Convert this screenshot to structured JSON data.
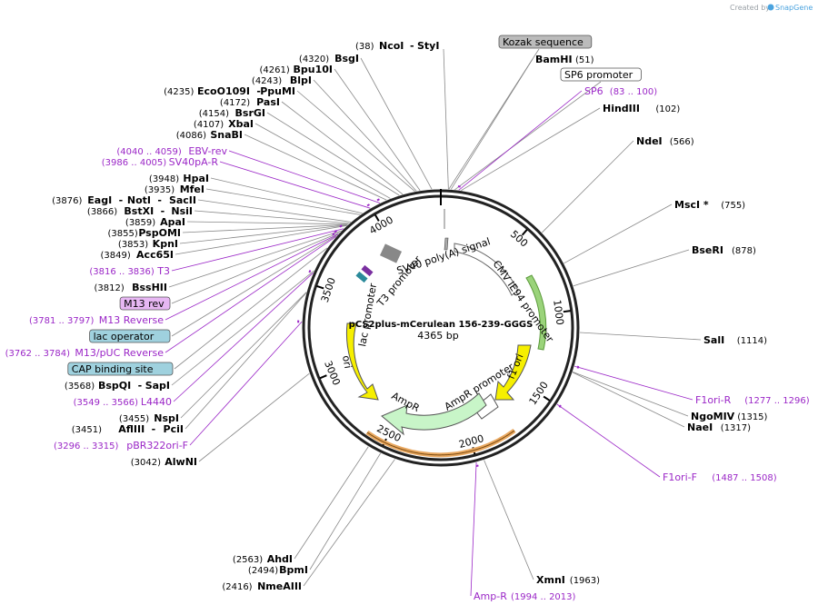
{
  "credit": {
    "prefix": "Created by",
    "brand": "SnapGene"
  },
  "map": {
    "title": "pCS2plus-mCerulean 156-239-GGGS",
    "size": "4365 bp",
    "ticks": [
      "500",
      "1000",
      "1500",
      "2000",
      "2500",
      "3000",
      "3500",
      "4000"
    ]
  },
  "features_inner": [
    {
      "label": "SV40 poly(A) signal"
    },
    {
      "label": "T3 promoter"
    },
    {
      "label": "lac promoter"
    },
    {
      "label": "CMV IE94 promoter"
    },
    {
      "label": "f1 ori"
    },
    {
      "label": "ori"
    },
    {
      "label": "AmpR"
    },
    {
      "label": "AmpR promoter"
    }
  ],
  "labels": [
    {
      "name": "NcoI",
      "extra": "StyI",
      "pos": "(38)",
      "type": "enzyme"
    },
    {
      "name": "Kozak sequence",
      "type": "box-gray"
    },
    {
      "name": "BamHI",
      "pos": "(51)",
      "type": "enzyme"
    },
    {
      "name": "SP6 promoter",
      "type": "box-white"
    },
    {
      "name": "SP6",
      "pos": "(83 .. 100)",
      "type": "primer"
    },
    {
      "name": "HindIII",
      "pos": "(102)",
      "type": "enzyme"
    },
    {
      "name": "NdeI",
      "pos": "(566)",
      "type": "enzyme"
    },
    {
      "name": "MscI *",
      "pos": "(755)",
      "type": "enzyme"
    },
    {
      "name": "BseRI",
      "pos": "(878)",
      "type": "enzyme"
    },
    {
      "name": "SalI",
      "pos": "(1114)",
      "type": "enzyme"
    },
    {
      "name": "F1ori-R",
      "pos": "(1277 .. 1296)",
      "type": "primer"
    },
    {
      "name": "NgoMIV",
      "pos": "(1315)",
      "type": "enzyme"
    },
    {
      "name": "NaeI",
      "pos": "(1317)",
      "type": "enzyme"
    },
    {
      "name": "F1ori-F",
      "pos": "(1487 .. 1508)",
      "type": "primer"
    },
    {
      "name": "XmnI",
      "pos": "(1963)",
      "type": "enzyme"
    },
    {
      "name": "Amp-R",
      "pos": "(1994 .. 2013)",
      "type": "primer"
    },
    {
      "name": "NmeAIII",
      "pos": "(2416)",
      "type": "enzyme"
    },
    {
      "name": "BpmI",
      "pos": "(2494)",
      "type": "enzyme"
    },
    {
      "name": "AhdI",
      "pos": "(2563)",
      "type": "enzyme"
    },
    {
      "name": "AlwNI",
      "pos": "(3042)",
      "type": "enzyme"
    },
    {
      "name": "pBR322ori-F",
      "pos": "(3296 .. 3315)",
      "type": "primer"
    },
    {
      "name": "AflIII",
      "extra": "PciI",
      "pos": "(3451)",
      "type": "enzyme"
    },
    {
      "name": "NspI",
      "pos": "(3455)",
      "type": "enzyme"
    },
    {
      "name": "L4440",
      "pos": "(3549 .. 3566)",
      "type": "primer"
    },
    {
      "name": "BspQI",
      "extra": "SapI",
      "pos": "(3568)",
      "type": "enzyme"
    },
    {
      "name": "CAP binding site",
      "type": "box-blue"
    },
    {
      "name": "M13/pUC Reverse",
      "pos": "(3762 .. 3784)",
      "type": "primer"
    },
    {
      "name": "lac operator",
      "type": "box-blue"
    },
    {
      "name": "M13 Reverse",
      "pos": "(3781 .. 3797)",
      "type": "primer"
    },
    {
      "name": "M13 rev",
      "type": "box-purple"
    },
    {
      "name": "BssHII",
      "pos": "(3812)",
      "type": "enzyme"
    },
    {
      "name": "T3",
      "pos": "(3816 .. 3836)",
      "type": "primer"
    },
    {
      "name": "Acc65I",
      "pos": "(3849)",
      "type": "enzyme"
    },
    {
      "name": "KpnI",
      "pos": "(3853)",
      "type": "enzyme"
    },
    {
      "name": "PspOMI",
      "pos": "(3855)",
      "type": "enzyme"
    },
    {
      "name": "ApaI",
      "pos": "(3859)",
      "type": "enzyme"
    },
    {
      "name": "BstXI",
      "extra": "NsiI",
      "pos": "(3866)",
      "type": "enzyme"
    },
    {
      "name": "EagI",
      "extra": "NotI",
      "extra2": "SacII",
      "pos": "(3876)",
      "type": "enzyme"
    },
    {
      "name": "MfeI",
      "pos": "(3935)",
      "type": "enzyme"
    },
    {
      "name": "HpaI",
      "pos": "(3948)",
      "type": "enzyme"
    },
    {
      "name": "SV40pA-R",
      "pos": "(3986 .. 4005)",
      "type": "primer"
    },
    {
      "name": "EBV-rev",
      "pos": "(4040 .. 4059)",
      "type": "primer"
    },
    {
      "name": "SnaBI",
      "pos": "(4086)",
      "type": "enzyme"
    },
    {
      "name": "XbaI",
      "pos": "(4107)",
      "type": "enzyme"
    },
    {
      "name": "BsrGI",
      "pos": "(4154)",
      "type": "enzyme"
    },
    {
      "name": "PasI",
      "pos": "(4172)",
      "type": "enzyme"
    },
    {
      "name": "EcoO109I",
      "extra": "PpuMI",
      "pos": "(4235)",
      "type": "enzyme"
    },
    {
      "name": "BlpI",
      "pos": "(4243)",
      "type": "enzyme"
    },
    {
      "name": "Bpu10I",
      "pos": "(4261)",
      "type": "enzyme"
    },
    {
      "name": "BsgI",
      "pos": "(4320)",
      "type": "enzyme"
    }
  ],
  "colors": {
    "primer": "#9b27c7",
    "enzyme": "#000000",
    "line": "#888888",
    "yellow": "#f6ef00",
    "green": "#c8f5c8",
    "orange": "#f0c080"
  }
}
